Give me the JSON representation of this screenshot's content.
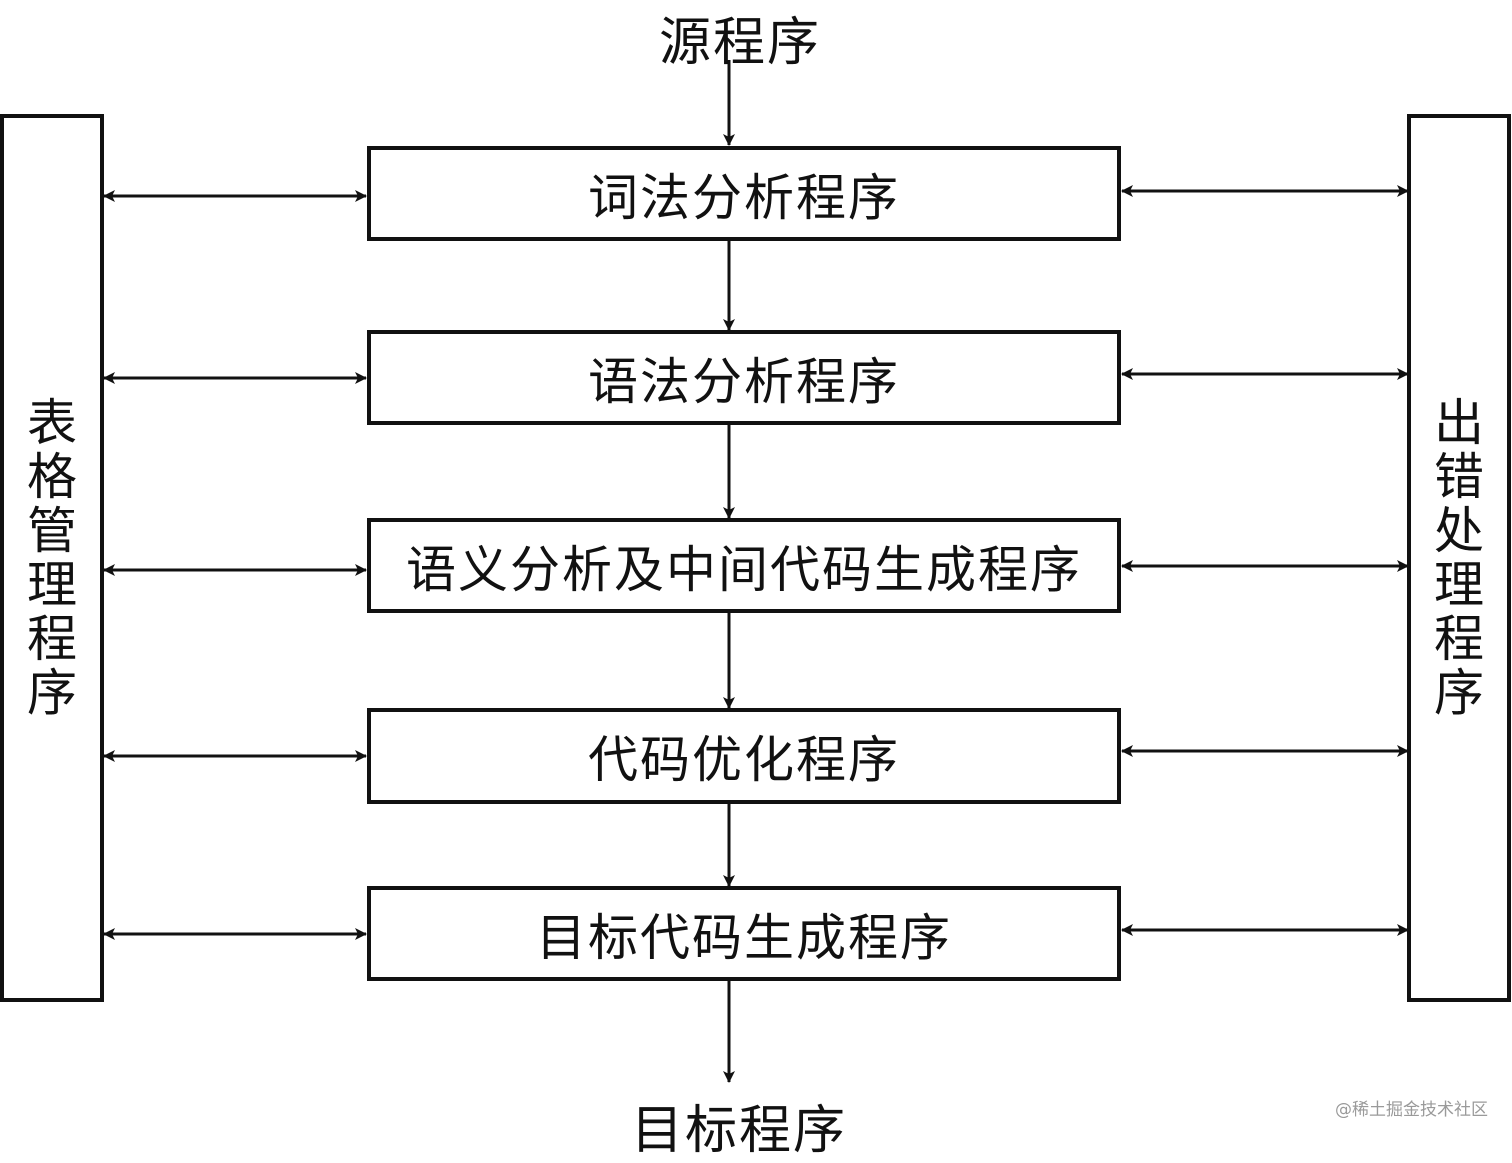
{
  "diagram": {
    "input_label": "源程序",
    "output_label": "目标程序",
    "stages": [
      {
        "label": "词法分析程序"
      },
      {
        "label": "语法分析程序"
      },
      {
        "label": "语义分析及中间代码生成程序"
      },
      {
        "label": "代码优化程序"
      },
      {
        "label": "目标代码生成程序"
      }
    ],
    "left_module": {
      "label": "表格管理程序"
    },
    "right_module": {
      "label": "出错处理程序"
    }
  },
  "watermark": "@稀土掘金技术社区"
}
